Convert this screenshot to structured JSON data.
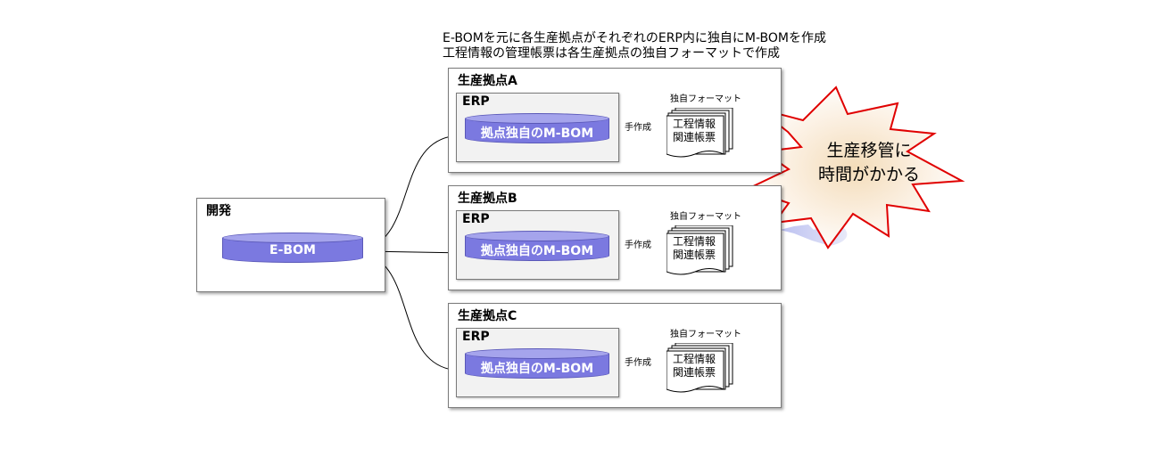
{
  "header": {
    "line1": "E-BOMを元に各生産拠点がそれぞれのERP内に独自にM-BOMを作成",
    "line2": "工程情報の管理帳票は各生産拠点の独自フォーマットで作成"
  },
  "dev": {
    "title": "開発",
    "db_label": "E-BOM"
  },
  "sites": [
    {
      "title": "生産拠点A",
      "erp_label": "ERP",
      "db_label": "拠点独自のM-BOM",
      "arrow_label": "手作成",
      "format_label": "独自フォーマット",
      "doc_line1": "工程情報",
      "doc_line2": "関連帳票"
    },
    {
      "title": "生産拠点B",
      "erp_label": "ERP",
      "db_label": "拠点独自のM-BOM",
      "arrow_label": "手作成",
      "format_label": "独自フォーマット",
      "doc_line1": "工程情報",
      "doc_line2": "関連帳票"
    },
    {
      "title": "生産拠点C",
      "erp_label": "ERP",
      "db_label": "拠点独自のM-BOM",
      "arrow_label": "手作成",
      "format_label": "独自フォーマット",
      "doc_line1": "工程情報",
      "doc_line2": "関連帳票"
    }
  ],
  "callout": {
    "line1": "生産移管に",
    "line2": "時間がかかる"
  },
  "colors": {
    "db_fill": "#7b79e0",
    "db_top": "#a5a4ec",
    "burst_stroke": "#e00000",
    "burst_fill_center": "#f5e3c4",
    "arrow_fill": "#c3c8ee"
  }
}
